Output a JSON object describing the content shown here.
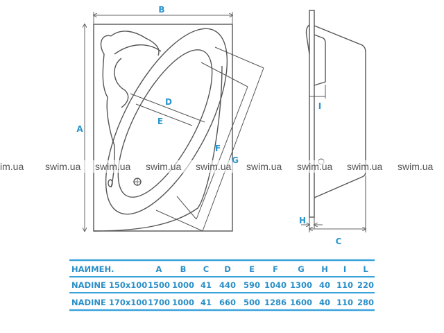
{
  "drawing": {
    "dimension_labels": {
      "A": "A",
      "B": "B",
      "C": "C",
      "D": "D",
      "E": "E",
      "F": "F",
      "G": "G",
      "H": "H",
      "I": "I"
    }
  },
  "watermark": {
    "text": "swim.ua",
    "partial": "im.ua"
  },
  "table": {
    "headers": [
      "НАИМЕН.",
      "A",
      "B",
      "C",
      "D",
      "E",
      "F",
      "G",
      "H",
      "I",
      "L"
    ],
    "rows": [
      [
        "NADINE 150x100",
        "1500",
        "1000",
        "41",
        "440",
        "590",
        "1040",
        "1300",
        "40",
        "110",
        "220"
      ],
      [
        "NADINE 170x100",
        "1700",
        "1000",
        "41",
        "660",
        "500",
        "1286",
        "1600",
        "40",
        "110",
        "280"
      ]
    ],
    "line_color": "#3aa3dc",
    "text_color": "#2a8fc8"
  }
}
